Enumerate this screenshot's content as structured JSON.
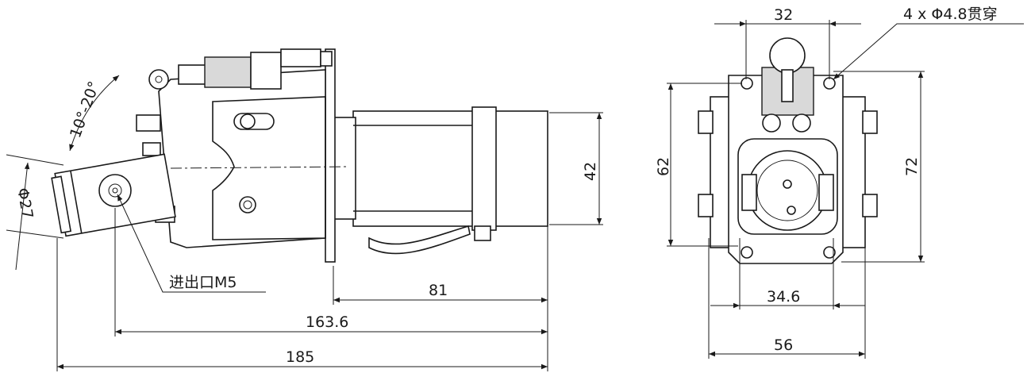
{
  "drawing": {
    "side_view": {
      "angle_label": "10°-20°",
      "diameter_label": "Φ27",
      "port_label": "进出口M5",
      "dim_81": "81",
      "dim_163_6": "163.6",
      "dim_185": "185",
      "dim_42": "42"
    },
    "front_view": {
      "dim_32": "32",
      "hole_label": "4 x Φ4.8贯穿",
      "dim_62": "62",
      "dim_72": "72",
      "dim_34_6": "34.6",
      "dim_56": "56"
    }
  }
}
